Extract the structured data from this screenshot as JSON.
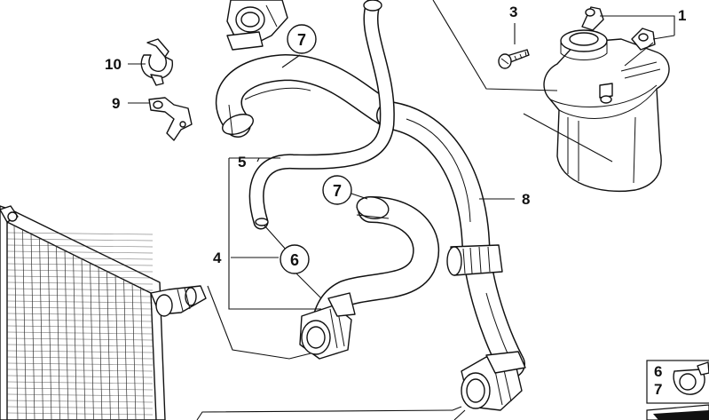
{
  "callouts": {
    "c1": "1",
    "c3": "3",
    "c4": "4",
    "c5": "5",
    "c8": "8",
    "c9": "9",
    "c10": "10"
  },
  "circled": {
    "top": "7",
    "mid": "7",
    "six": "6"
  },
  "legend": {
    "n6": "6",
    "n7": "7"
  }
}
